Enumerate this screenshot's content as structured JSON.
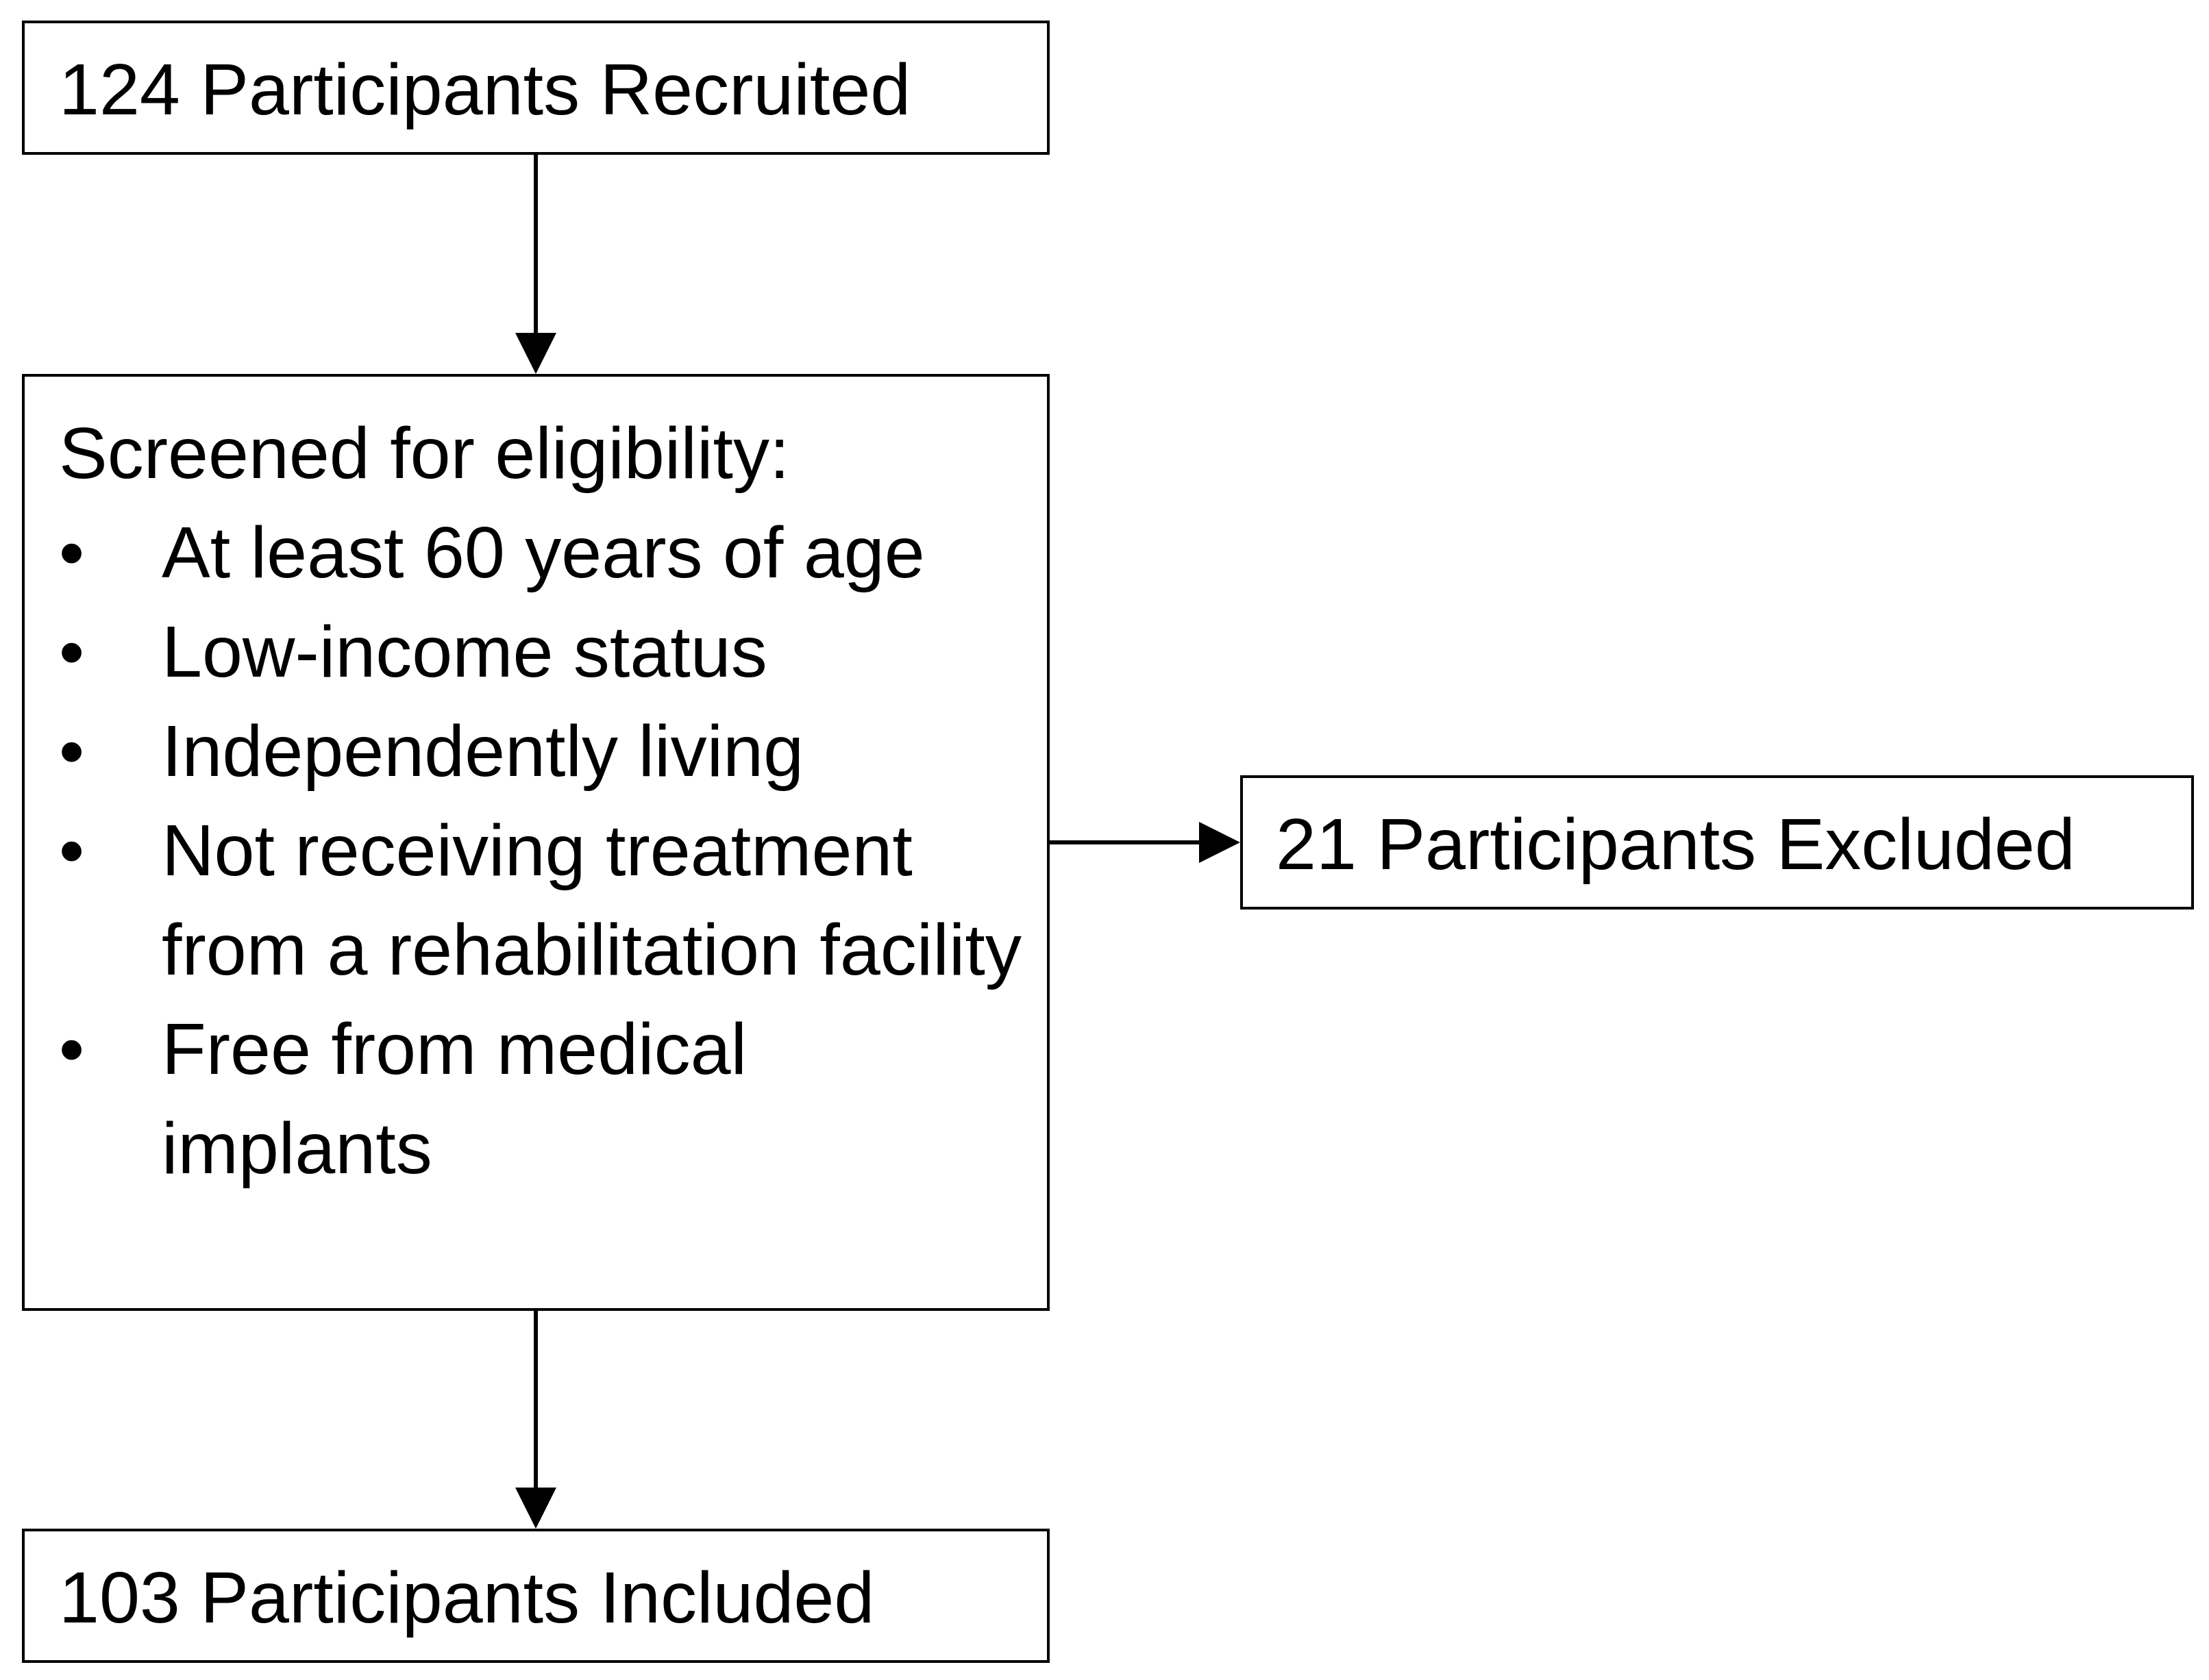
{
  "flowchart": {
    "recruited": {
      "label": "124 Participants Recruited"
    },
    "screening": {
      "heading": "Screened for eligibility:",
      "bullet": "•",
      "criteria": [
        "At least 60 years of age",
        "Low-income status",
        "Independently living",
        "Not receiving treatment from a rehabilitation facility",
        "Free from medical implants"
      ]
    },
    "excluded": {
      "label": "21 Participants Excluded"
    },
    "included": {
      "label": "103 Participants Included"
    }
  }
}
